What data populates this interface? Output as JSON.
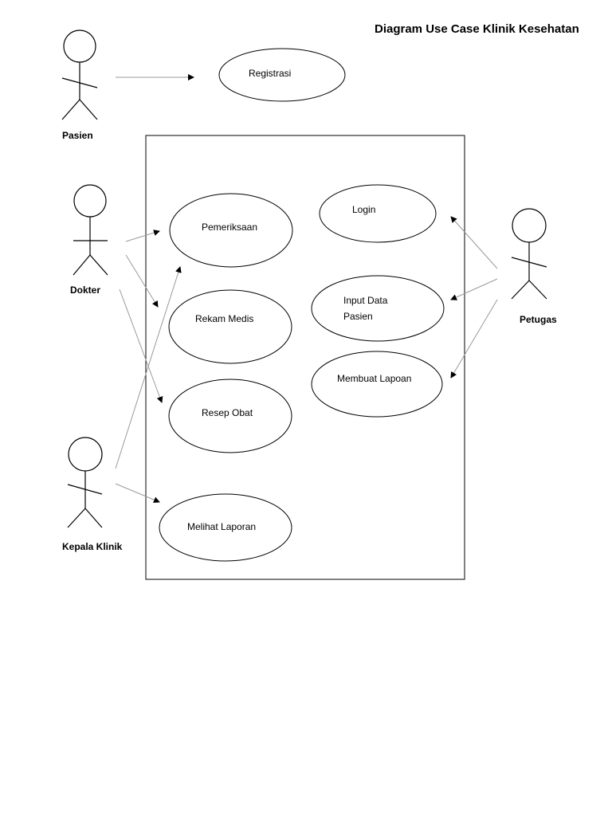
{
  "title": "Diagram Use Case Klinik Kesehatan",
  "actors": {
    "pasien": "Pasien",
    "dokter": "Dokter",
    "kepala_klinik": "Kepala Klinik",
    "petugas": "Petugas"
  },
  "use_cases": {
    "registrasi": "Registrasi",
    "pemeriksaan": "Pemeriksaan",
    "rekam_medis": "Rekam Medis",
    "resep_obat": "Resep Obat",
    "melihat_laporan": "Melihat Laporan",
    "login": "Login",
    "input_data_pasien_line1": "Input Data",
    "input_data_pasien_line2": "Pasien",
    "membuat_laporan": "Membuat Lapoan"
  },
  "colors": {
    "line": "#000000",
    "association": "#9a9a9a"
  }
}
